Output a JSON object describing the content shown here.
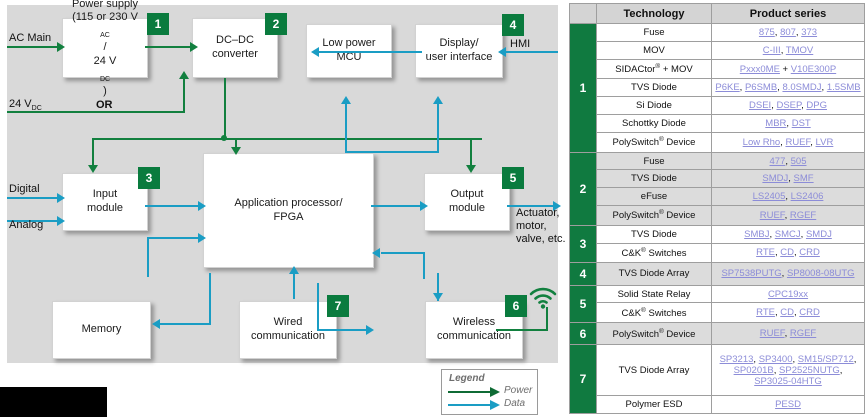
{
  "diagram": {
    "external_labels": {
      "ac_main": "AC Main",
      "v24dc": "24 V",
      "v24dc_sub": "DC",
      "or": "OR",
      "digital": "Digital",
      "analog": "Analog",
      "hmi": "HMI",
      "actuator_l1": "Actuator,",
      "actuator_l2": "motor,",
      "actuator_l3": "valve, etc."
    },
    "blocks": [
      {
        "id": "power-supply",
        "line1": "Power supply",
        "line2": "(115 or 230 V",
        "sub2": "AC",
        "line2b": "/",
        "line3": "24 V",
        "sub3": "DC",
        "line3b": ")",
        "badge": "1"
      },
      {
        "id": "dcdc",
        "line1": "DC–DC",
        "line2": "converter",
        "badge": "2"
      },
      {
        "id": "low-power-mcu",
        "line1": "Low power",
        "line2": "MCU",
        "badge": ""
      },
      {
        "id": "display-ui",
        "line1": "Display/",
        "line2": "user interface",
        "badge": "4"
      },
      {
        "id": "input-module",
        "line1": "Input",
        "line2": "module",
        "badge": "3"
      },
      {
        "id": "app-processor",
        "line1": "Application processor/",
        "line2": "FPGA",
        "badge": ""
      },
      {
        "id": "output-module",
        "line1": "Output",
        "line2": "module",
        "badge": "5"
      },
      {
        "id": "memory",
        "line1": "Memory",
        "line2": "",
        "badge": ""
      },
      {
        "id": "wired-comm",
        "line1": "Wired",
        "line2": "communication",
        "badge": "7"
      },
      {
        "id": "wireless-comm",
        "line1": "Wireless",
        "line2": "communication",
        "badge": "6"
      }
    ],
    "legend": {
      "title": "Legend",
      "power": "Power",
      "data": "Data"
    },
    "colors": {
      "power": "#12803f",
      "data": "#1a9dc4",
      "badge": "#0a7b3e",
      "panel": "#d9d9d9"
    }
  },
  "table": {
    "headers": {
      "corner": "",
      "technology": "Technology",
      "product_series": "Product series"
    },
    "groups": [
      {
        "number": "1",
        "shaded": false,
        "rows": [
          {
            "technology": "Fuse",
            "series": "875, 807, 373"
          },
          {
            "technology": "MOV",
            "series": "C-III, TMOV"
          },
          {
            "technology": "SIDACtor® + MOV",
            "series": "Pxxx0ME + V10E300P"
          },
          {
            "technology": "TVS Diode",
            "series": "P6KE, P6SMB, 8.0SMDJ, 1.5SMB"
          },
          {
            "technology": "Si Diode",
            "series": "DSEI, DSEP, DPG"
          },
          {
            "technology": "Schottky Diode",
            "series": "MBR, DST"
          },
          {
            "technology": "PolySwitch® Device",
            "series": "Low Rho, RUEF, LVR"
          }
        ]
      },
      {
        "number": "2",
        "shaded": true,
        "rows": [
          {
            "technology": "Fuse",
            "series": "477, 505"
          },
          {
            "technology": "TVS Diode",
            "series": "SMDJ, SMF"
          },
          {
            "technology": "eFuse",
            "series": "LS2405, LS2406"
          },
          {
            "technology": "PolySwitch® Device",
            "series": "RUEF, RGEF"
          }
        ]
      },
      {
        "number": "3",
        "shaded": false,
        "rows": [
          {
            "technology": "TVS Diode",
            "series": "SMBJ, SMCJ, SMDJ"
          },
          {
            "technology": "C&K® Switches",
            "series": "RTE, CD, CRD"
          }
        ]
      },
      {
        "number": "4",
        "shaded": true,
        "rows": [
          {
            "technology": "TVS Diode Array",
            "series": "SP7538PUTG, SP8008-08UTG"
          }
        ]
      },
      {
        "number": "5",
        "shaded": false,
        "rows": [
          {
            "technology": "Solid State Relay",
            "series": "CPC19xx"
          },
          {
            "technology": "C&K® Switches",
            "series": "RTE, CD, CRD"
          }
        ]
      },
      {
        "number": "6",
        "shaded": true,
        "rows": [
          {
            "technology": "PolySwitch® Device",
            "series": "RUEF, RGEF"
          }
        ]
      },
      {
        "number": "7",
        "shaded": false,
        "rows": [
          {
            "technology": "TVS Diode Array",
            "series": "SP3213, SP3400, SM15/SP712, SP0201B, SP2525NUTG, SP3025-04HTG"
          },
          {
            "technology": "Polymer ESD",
            "series": "PESD"
          }
        ]
      }
    ]
  }
}
